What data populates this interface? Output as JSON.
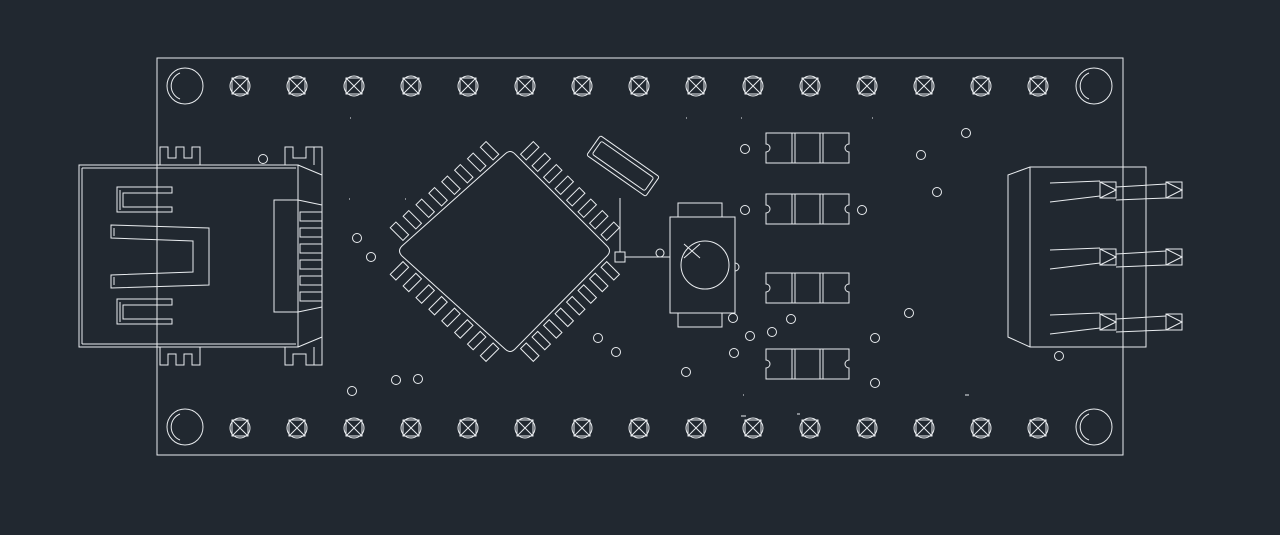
{
  "canvas": {
    "background": "#212830",
    "stroke": "#e9ecef"
  },
  "drawing": {
    "subject": "pcb-board-outline",
    "view": "top",
    "components": [
      {
        "name": "mini-usb-connector"
      },
      {
        "name": "tqfp32-microcontroller"
      },
      {
        "name": "reset-pushbutton"
      },
      {
        "name": "crystal-oscillator"
      },
      {
        "name": "smd-led-row"
      },
      {
        "name": "right-angle-pin-header-3x2"
      },
      {
        "name": "mounting-holes"
      },
      {
        "name": "pin-header-pads-top-15"
      },
      {
        "name": "pin-header-pads-bottom-15"
      },
      {
        "name": "vias"
      }
    ]
  }
}
